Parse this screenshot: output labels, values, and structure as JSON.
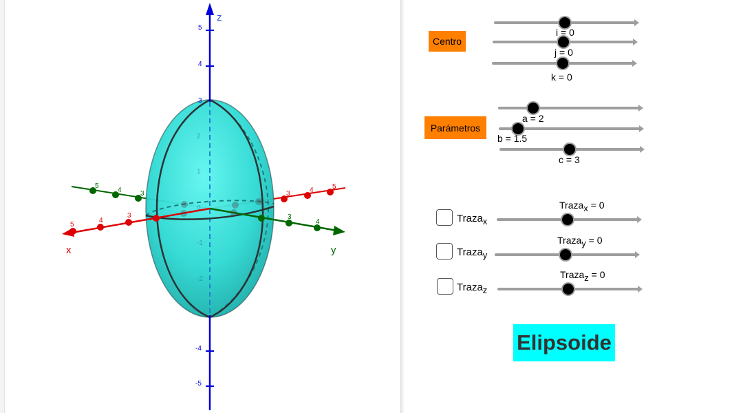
{
  "axes": {
    "x_label": "x",
    "y_label": "y",
    "z_label": "z",
    "colors": {
      "x": "#dd0000",
      "y": "#006600",
      "z": "#0000dd"
    },
    "z_ticks": [
      "5",
      "4",
      "3",
      "-4",
      "-5"
    ],
    "x_ticks": [
      "5",
      "4",
      "3"
    ],
    "y_ticks_left": [
      "5",
      "4",
      "3"
    ],
    "y_ticks_right": [
      "3",
      "4"
    ],
    "x_ticks_right": [
      "3",
      "4",
      "5"
    ],
    "hidden_ticks": [
      "-2",
      "-1",
      "0",
      "1",
      "2",
      "3",
      "-1",
      "0",
      "1",
      "2",
      "3",
      "1",
      "0"
    ]
  },
  "surface": {
    "fill_color": "#33e8e0"
  },
  "centro": {
    "button_label": "Centro",
    "sliders": [
      {
        "label": "i = 0",
        "value": 0,
        "min": -5,
        "max": 5
      },
      {
        "label": "j = 0",
        "value": 0,
        "min": -5,
        "max": 5
      },
      {
        "label": "k = 0",
        "value": 0,
        "min": -5,
        "max": 5
      }
    ]
  },
  "parametros": {
    "button_label": "Parámetros",
    "sliders": [
      {
        "label": "a = 2",
        "value": 2,
        "min": 1,
        "max": 8
      },
      {
        "label": "b = 1.5",
        "value": 1.5,
        "min": 1,
        "max": 8
      },
      {
        "label": "c = 3",
        "value": 3,
        "min": 0,
        "max": 6
      }
    ]
  },
  "trazas": [
    {
      "checkbox_label": "Traza",
      "sub": "x",
      "slider_label_main": "Traza",
      "slider_label_sub": "x",
      "slider_label_rest": " = 0",
      "value": 0,
      "min": -5,
      "max": 5
    },
    {
      "checkbox_label": "Traza",
      "sub": "y",
      "slider_label_main": "Traza",
      "slider_label_sub": "y",
      "slider_label_rest": " = 0",
      "value": 0,
      "min": -5,
      "max": 5
    },
    {
      "checkbox_label": "Traza",
      "sub": "z",
      "slider_label_main": "Traza",
      "slider_label_sub": "z",
      "slider_label_rest": " = 0",
      "value": 0,
      "min": -5,
      "max": 5
    }
  ],
  "title": "Elipsoide",
  "accent_colors": {
    "button": "#ff7f00",
    "title_bg": "#00ffff"
  }
}
